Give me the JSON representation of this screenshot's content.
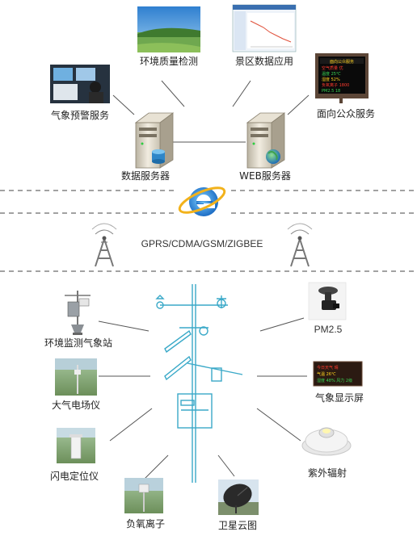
{
  "top_section": {
    "nodes": {
      "env_monitoring": "环境质量检测",
      "scenic_data": "景区数据应用",
      "weather_warning": "气象预警服务",
      "public_service": "面向公众服务",
      "data_server": "数据服务器",
      "web_server": "WEB服务器"
    },
    "led_panel": {
      "header": "面向公众服务",
      "rows": [
        "空气质量 优",
        "温度 25℃",
        "湿度 52%",
        "负氧离子 1800",
        "PM2.5 18"
      ]
    }
  },
  "network": {
    "protocols": "GPRS/CDMA/GSM/ZIGBEE"
  },
  "bottom_section": {
    "devices": {
      "env_station": "环境监测气象站",
      "pm25": "PM2.5",
      "field_meter": "大气电场仪",
      "weather_display": "气象显示屏",
      "lightning_locator": "闪电定位仪",
      "uv_radiation": "紫外辐射",
      "negative_ion": "负氧离子",
      "satellite_cloud": "卫星云图"
    },
    "display_screen": {
      "rows": [
        "今日天气 晴",
        "气温 26℃",
        "湿度 48% 风力 2级"
      ]
    }
  },
  "colors": {
    "accent_blue": "#2a7fd4",
    "pole_cyan": "#3aa9c8",
    "led_red": "#ff3b2f",
    "led_yellow": "#ffd21f",
    "led_green": "#39d353"
  }
}
